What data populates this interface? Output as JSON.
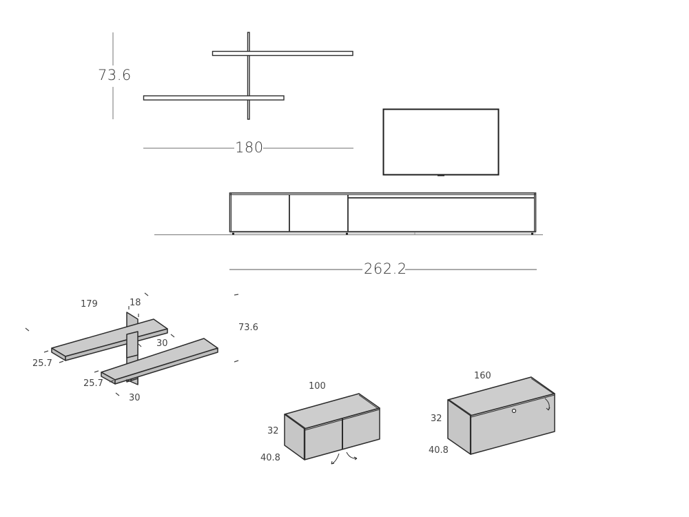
{
  "front_view": {
    "shelf_height_label": "73.6",
    "shelf_width_label": "180",
    "cabinet_width_label": "262.2"
  },
  "shelf_iso": {
    "length_label": "179",
    "upright_thickness_label": "18",
    "total_height_label": "73.6",
    "upper_depth_label": "30",
    "lower_depth_label": "30",
    "upper_thickness_label": "25.7",
    "lower_thickness_label": "25.7"
  },
  "cabinet_small": {
    "width_label": "100",
    "height_label": "32",
    "depth_label": "40.8",
    "doors": 2,
    "opening": "hinged-doors"
  },
  "cabinet_large": {
    "width_label": "160",
    "height_label": "32",
    "depth_label": "40.8",
    "opening": "flap-door"
  },
  "colors": {
    "line": "#2b2b2b",
    "dimension_line": "#8a8a8a",
    "fill_gray": "#c8c8c8",
    "background": "#ffffff"
  }
}
